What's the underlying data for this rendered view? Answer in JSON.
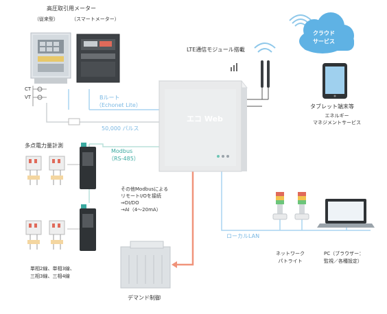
{
  "meters": {
    "title": "高圧取引用メーター",
    "conventional": "（従来型）",
    "smart": "（スマートメーター）",
    "ct": "CT",
    "vt": "VT"
  },
  "b_route": {
    "label": "Bルート",
    "protocol": "（Echonet Lite）"
  },
  "pulse": "50,000 パルス",
  "lte": "LTE通信モジュール搭載",
  "eco_web": "エコ Web",
  "cloud": {
    "line1": "クラウド",
    "line2": "サービス"
  },
  "tablet": {
    "title": "タブレット端末等",
    "line1": "エネルギー",
    "line2": "マネジメントサービス"
  },
  "multi_meter": "多点電力量計測",
  "modbus": {
    "label": "Modbus",
    "standard": "（RS-485）"
  },
  "other_modbus": {
    "line1": "その他Modbusによる",
    "line2": "リモートI/Oを接続",
    "line3": "⇒DI/DO",
    "line4": "→AI（4〜20mA）"
  },
  "phase_note": {
    "line1": "単相2線、単相3線、",
    "line2": "三相3線、三相4線"
  },
  "demand": "デマンド制御",
  "lan": "ローカルLAN",
  "patlite": {
    "line1": "ネットワーク",
    "line2": "パトライト"
  },
  "pc": {
    "line1": "PC（ブラウザー：",
    "line2": "監視／各種設定）"
  },
  "colors": {
    "blue_line": "#a9d4f0",
    "cloud": "#5fb2e4",
    "demand_line": "#f0937a",
    "teal": "#3aa9a0",
    "device_gray": "#e9eaeb"
  }
}
